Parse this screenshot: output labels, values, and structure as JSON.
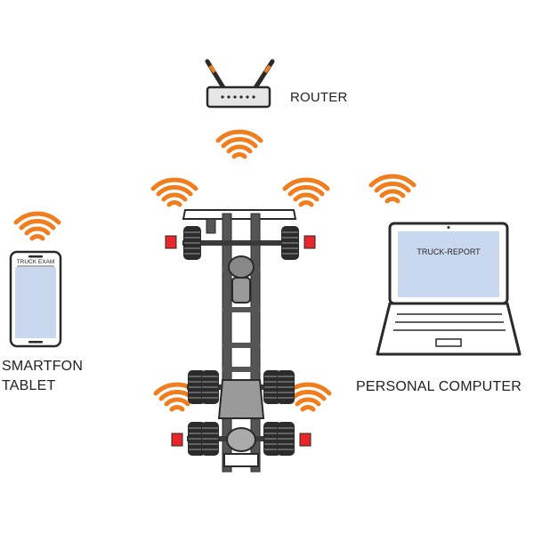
{
  "labels": {
    "router": "ROUTER",
    "device_line1": "SMARTFON",
    "device_line2": "TABLET",
    "computer": "PERSONAL COMPUTER"
  },
  "screens": {
    "phone_header": "TRUCK EXAM",
    "laptop_title": "TRUCK-REPORT"
  },
  "colors": {
    "wifi": "#f07e1e",
    "sensor": "#e8272a",
    "screen": "#c9d8ee",
    "outline": "#2a2a2a",
    "chassis": "#555555"
  },
  "icons": [
    "router-icon",
    "wifi-icon",
    "smartphone-icon",
    "laptop-icon",
    "truck-chassis-icon",
    "tire-sensor-icon"
  ]
}
